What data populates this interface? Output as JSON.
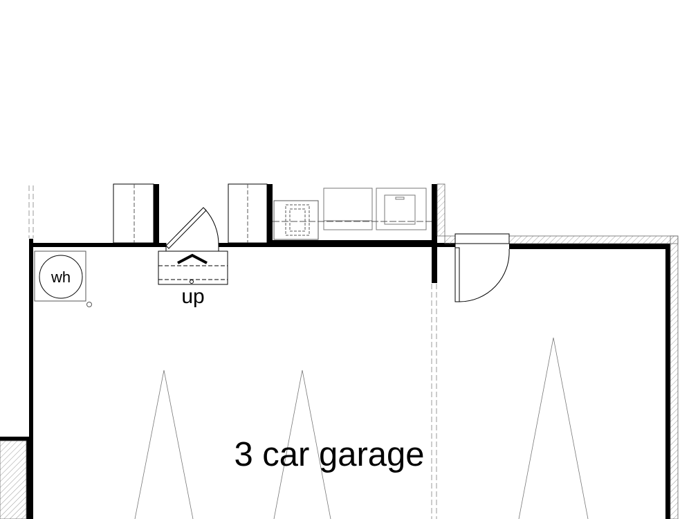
{
  "labels": {
    "water_heater": "wh",
    "stairs": "up",
    "room": "3 car garage"
  }
}
